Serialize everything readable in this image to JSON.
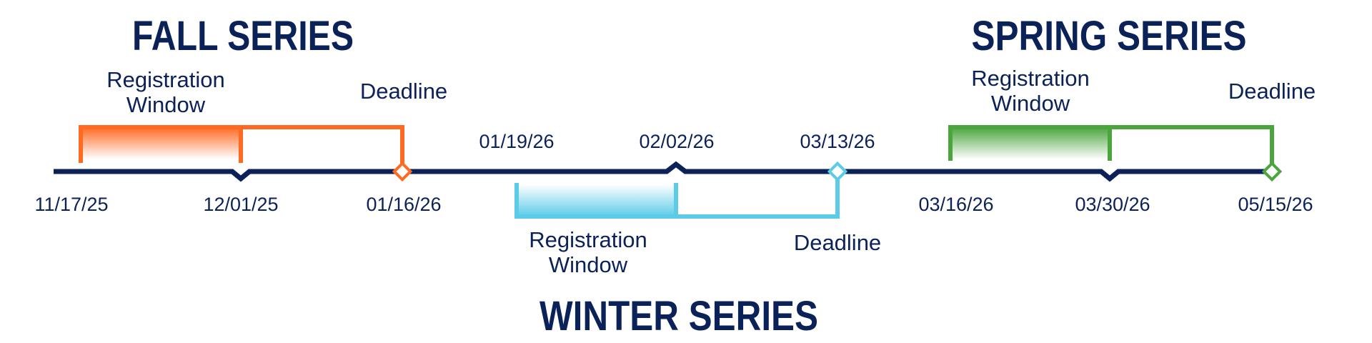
{
  "colors": {
    "timeline": "#0b2259",
    "fall": "#ff6a22",
    "winter": "#5ccbe8",
    "spring": "#4aa53c"
  },
  "fall": {
    "title": "FALL SERIES",
    "registration_line1": "Registration",
    "registration_line2": "Window",
    "deadline": "Deadline",
    "dates": [
      "11/17/25",
      "12/01/25",
      "01/16/26"
    ]
  },
  "winter": {
    "title": "WINTER SERIES",
    "registration_line1": "Registration",
    "registration_line2": "Window",
    "deadline": "Deadline",
    "dates": [
      "01/19/26",
      "02/02/26",
      "03/13/26"
    ]
  },
  "spring": {
    "title": "SPRING SERIES",
    "registration_line1": "Registration",
    "registration_line2": "Window",
    "deadline": "Deadline",
    "dates": [
      "03/16/26",
      "03/30/26",
      "05/15/26"
    ]
  }
}
